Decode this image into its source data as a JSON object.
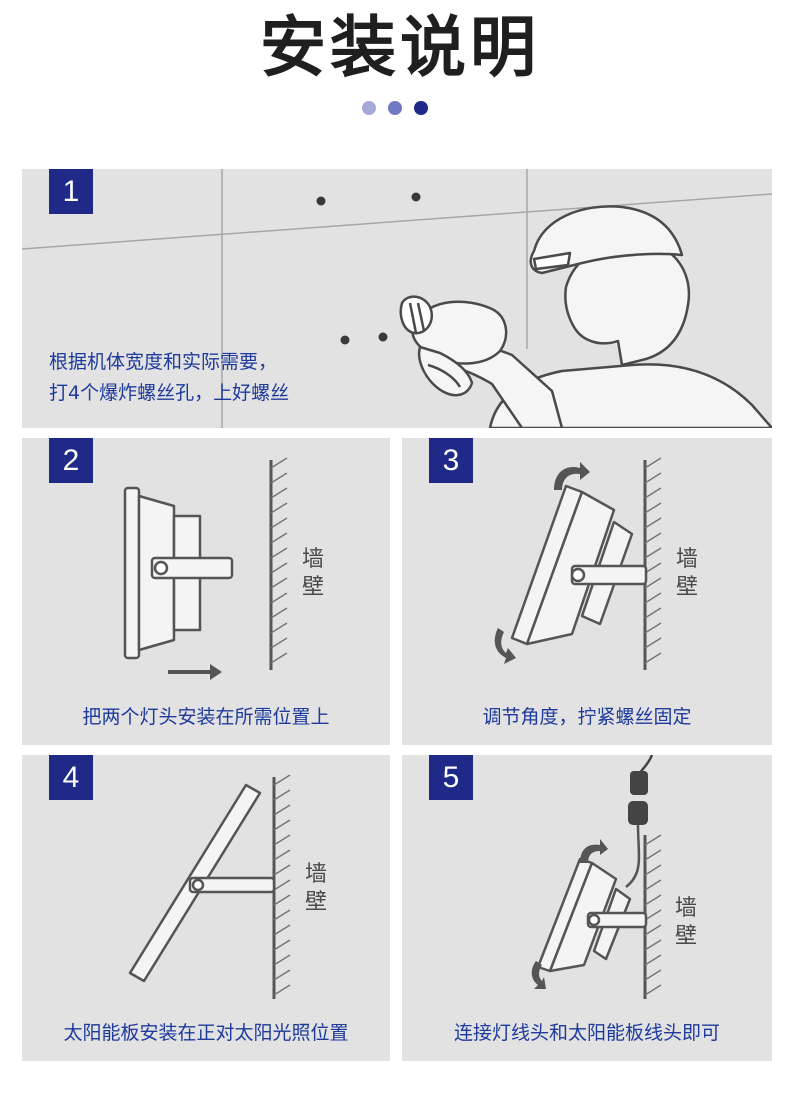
{
  "page": {
    "title": "安装说明"
  },
  "dots": [
    "#a4a9d6",
    "#6f78c2",
    "#1f2a88"
  ],
  "panels": [
    {
      "num": "1",
      "caption_lines": [
        "根据机体宽度和实际需要，",
        "打4个爆炸螺丝孔，上好螺丝"
      ]
    },
    {
      "num": "2",
      "caption": "把两个灯头安装在所需位置上",
      "wall": [
        "墙",
        "壁"
      ]
    },
    {
      "num": "3",
      "caption": "调节角度，拧紧螺丝固定",
      "wall": [
        "墙",
        "壁"
      ]
    },
    {
      "num": "4",
      "caption": "太阳能板安装在正对太阳光照位置",
      "wall": [
        "墙",
        "壁"
      ]
    },
    {
      "num": "5",
      "caption": "连接灯线头和太阳能板线头即可",
      "wall": [
        "墙",
        "壁"
      ]
    }
  ]
}
